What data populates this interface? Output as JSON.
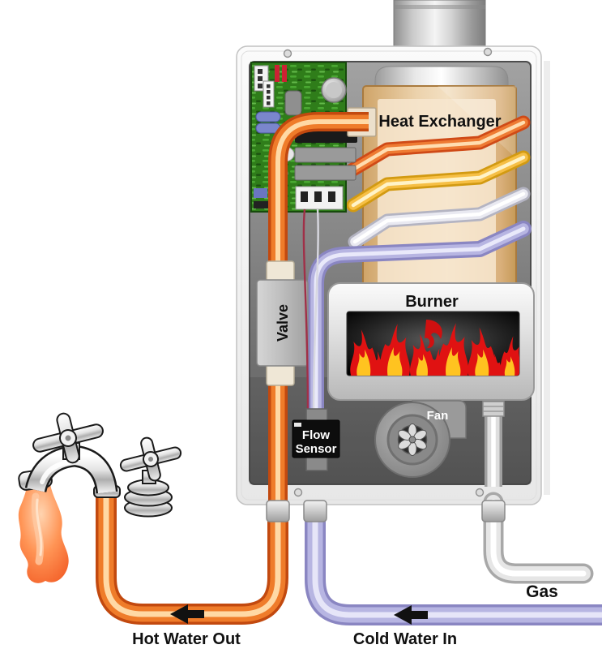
{
  "labels": {
    "heat_exchanger": "Heat Exchanger",
    "burner": "Burner",
    "valve": "Valve",
    "flow_sensor": {
      "line1": "Flow",
      "line2": "Sensor"
    },
    "fan": "Fan",
    "gas": "Gas",
    "hot_water_out": "Hot Water Out",
    "cold_water_in": "Cold Water In"
  },
  "colors": {
    "hot_pipe": "#ef7c2a",
    "hot_pipe_outline": "#c2490f",
    "hot_pipe_highlight": "#ffd9a5",
    "cold_pipe": "#b7b5e2",
    "cold_pipe_outline": "#8a86c2",
    "cold_pipe_highlight": "#e6e5f8",
    "gas_pipe": "#e6e6e6",
    "coil_yellow": "#f6bf45",
    "coil_white": "#e9e9f1",
    "flame_red": "#e01212",
    "flame_yellow": "#ffc320",
    "circuit_board_green": "#2f7d1a",
    "heat_exchanger_tan": "#eed7b4",
    "label_text": "#111111"
  }
}
